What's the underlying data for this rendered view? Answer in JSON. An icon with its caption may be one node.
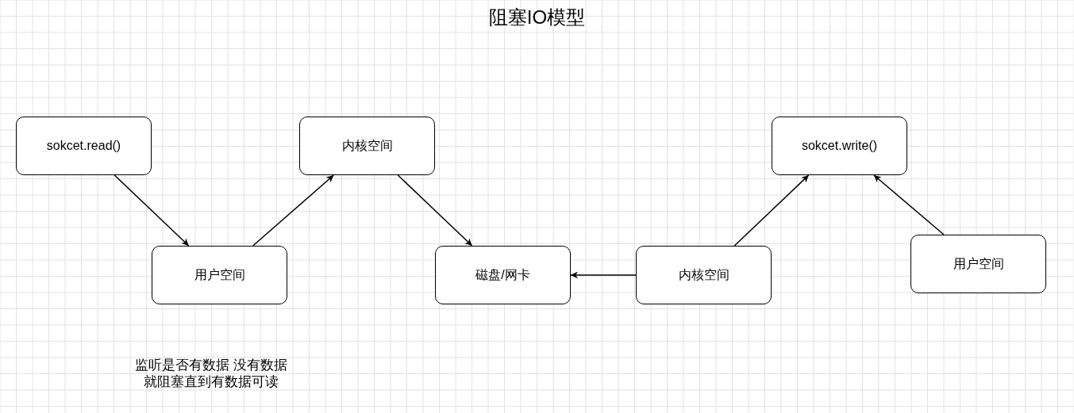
{
  "diagram": {
    "title": "阻塞IO模型",
    "nodes": [
      {
        "text": [
          "sokcet.read()"
        ]
      },
      {
        "text": [
          "用户空间"
        ]
      },
      {
        "text": [
          "内核空间"
        ]
      },
      {
        "text": [
          "磁盘/网卡"
        ]
      },
      {
        "text": [
          "内核空间"
        ]
      },
      {
        "text": [
          "sokcet.write()"
        ]
      },
      {
        "text": [
          "用户空间"
        ]
      }
    ],
    "edges": [
      {
        "from": 0,
        "to": 1,
        "arrow": "to"
      },
      {
        "from": 1,
        "to": 2,
        "arrow": "to"
      },
      {
        "from": 2,
        "to": 3,
        "arrow": "to"
      },
      {
        "from": 4,
        "to": 3,
        "arrow": "to"
      },
      {
        "from": 4,
        "to": 5,
        "arrow": "to"
      },
      {
        "from": 6,
        "to": 5,
        "arrow": "to"
      }
    ],
    "labels": [
      "监听是否有数据 没有数据就阻塞直到有数据可读"
    ]
  }
}
